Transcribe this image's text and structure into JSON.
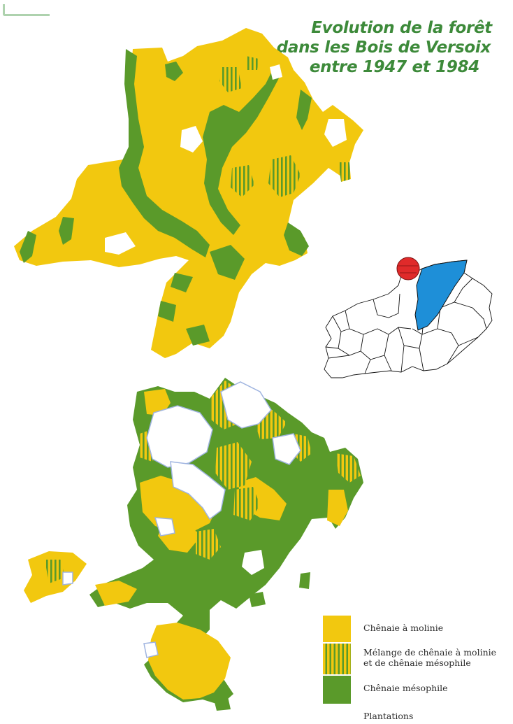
{
  "title": {
    "line1": "Evolution de la forêt",
    "line2": "dans les Bois de Versoix",
    "line3": "entre 1947 et 1984"
  },
  "colors": {
    "title": "#3d8a3a",
    "chenaie_molinie": "#f2c80f",
    "chenaie_mesophile": "#5a9a2a",
    "plantations": "#ffffff",
    "locator_highlight": "#1e8fd8",
    "locator_marker": "#e02a2a"
  },
  "maps": [
    {
      "name": "1947"
    },
    {
      "name": "1984"
    }
  ],
  "locator": {
    "highlight_icon": "blue-commune-area",
    "marker_icon": "red-circle-marker"
  },
  "legend": {
    "items": [
      {
        "label": "Chênaie à molinie",
        "swatch": "solid-yellow"
      },
      {
        "label": "Mélange de chênaie à molinie",
        "label2": "et de chênaie mésophile",
        "swatch": "yellow-green-stripes"
      },
      {
        "label": "Chênaie mésophile",
        "swatch": "solid-green"
      },
      {
        "label": "Plantations",
        "swatch": "white"
      }
    ]
  }
}
